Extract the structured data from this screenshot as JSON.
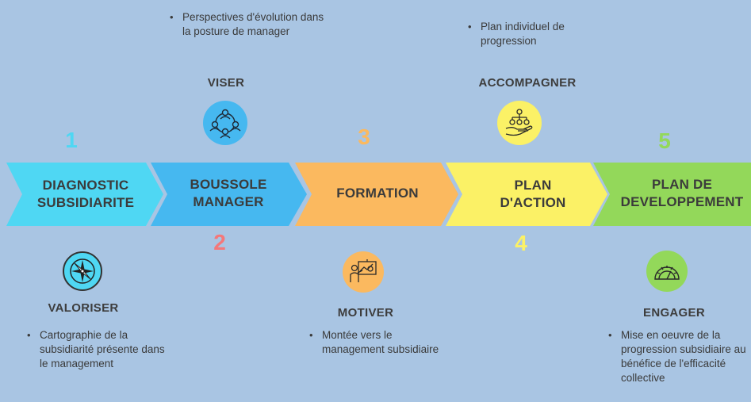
{
  "stages": [
    {
      "number": "1",
      "label_line1": "DIAGNOSTIC",
      "label_line2": "SUBSIDIARITE",
      "color": "#4fd7f3",
      "number_color": "#4fd7f3"
    },
    {
      "number": "2",
      "label_line1": "BOUSSOLE",
      "label_line2": "MANAGER",
      "color": "#46b8f0",
      "number_color": "#f4787a"
    },
    {
      "number": "3",
      "label_line1": "FORMATION",
      "label_line2": "",
      "color": "#fbb95f",
      "number_color": "#fbb95f"
    },
    {
      "number": "4",
      "label_line1": "PLAN",
      "label_line2": "D'ACTION",
      "color": "#fbf166",
      "number_color": "#fbf166"
    },
    {
      "number": "5",
      "label_line1": "PLAN DE",
      "label_line2": "DEVELOPPEMENT",
      "color": "#93d85a",
      "number_color": "#93d85a"
    }
  ],
  "callouts": [
    {
      "title": "VALORISER",
      "icon": "compass-icon",
      "icon_color": "#4fd7f3",
      "text": "Cartographie de la subsidiarité présente dans le management"
    },
    {
      "title": "VISER",
      "icon": "team-network-icon",
      "icon_color": "#46b8f0",
      "text": "Perspectives d'évolution dans la posture de manager"
    },
    {
      "title": "MOTIVER",
      "icon": "presentation-icon",
      "icon_color": "#fbb95f",
      "text": "Montée vers le management subsidiaire"
    },
    {
      "title": "ACCOMPAGNER",
      "icon": "hand-org-chart-icon",
      "icon_color": "#fbf166",
      "text": "Plan individuel de progression"
    },
    {
      "title": "ENGAGER",
      "icon": "gauge-icon",
      "icon_color": "#93d85a",
      "text": "Mise en oeuvre de la progression subsidiaire au bénéfice de l'efficacité collective"
    }
  ]
}
